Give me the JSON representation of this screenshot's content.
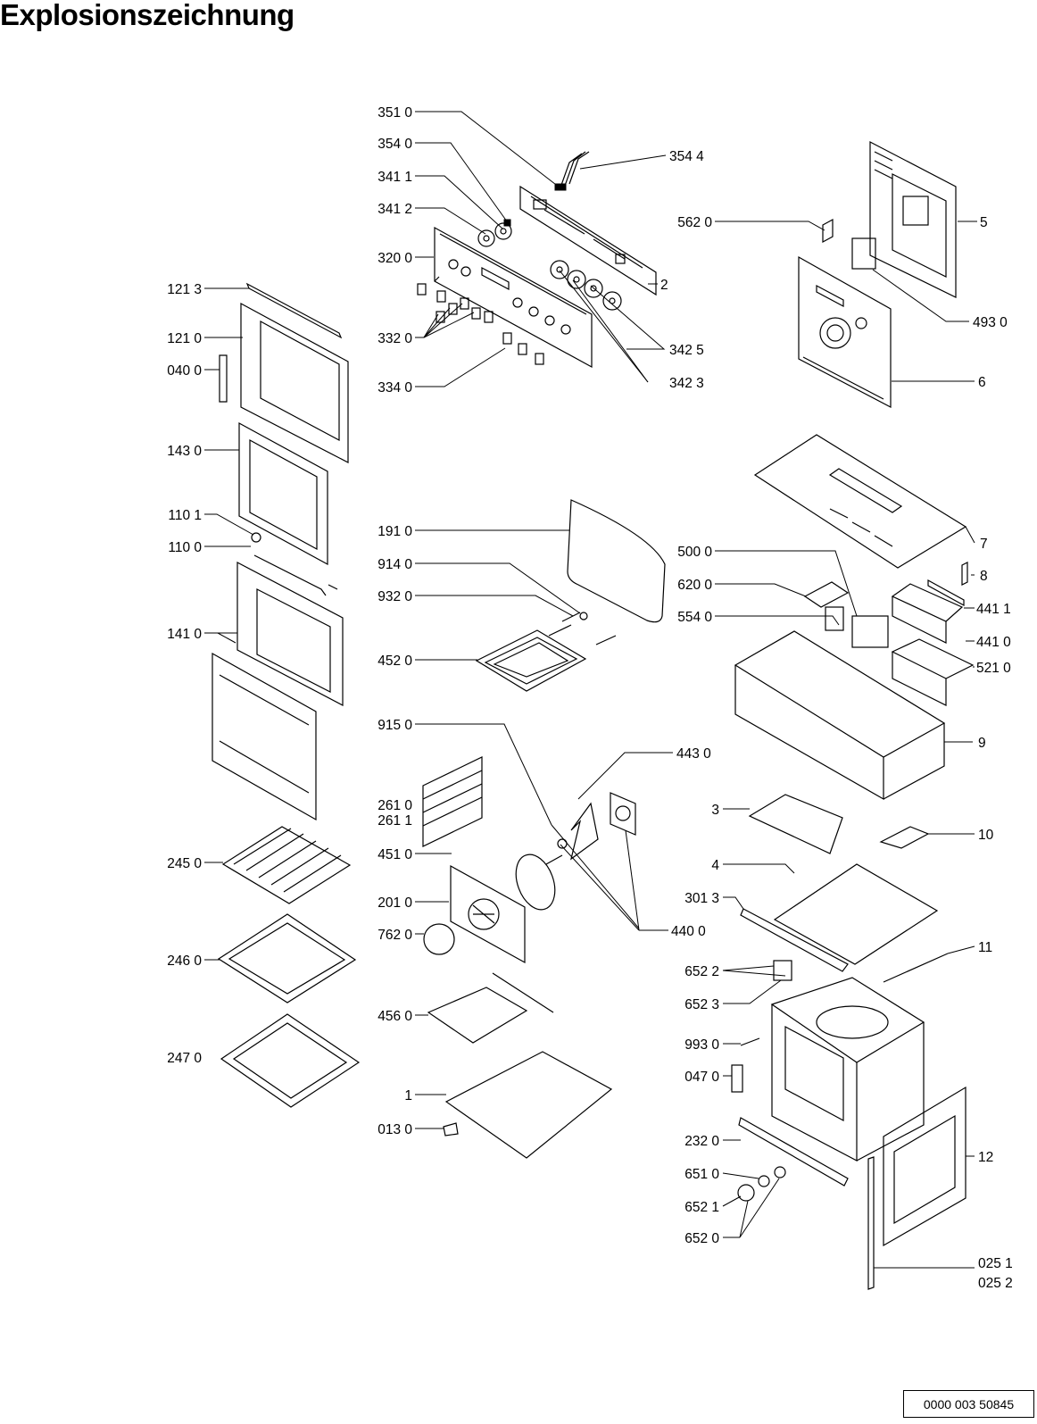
{
  "title": "Explosionszeichnung",
  "document_number": "0000 003 50845",
  "labels": {
    "l3510": "351 0",
    "l3540": "354 0",
    "l3411": "341 1",
    "l3412": "341 2",
    "l3200": "320 0",
    "l3320": "332 0",
    "l3340": "334 0",
    "l3544": "354 4",
    "l5620": "562 0",
    "l5": "5",
    "l2": "2",
    "l4930": "493 0",
    "l3425": "342 5",
    "l3423": "342 3",
    "l6": "6",
    "l1213": "121 3",
    "l1210": "121 0",
    "l0400": "040 0",
    "l1430": "143 0",
    "l1101": "110 1",
    "l1100": "110 0",
    "l1410": "141 0",
    "l2450": "245 0",
    "l2460": "246 0",
    "l2470": "247 0",
    "l1910": "191 0",
    "l9140": "914 0",
    "l9320": "932 0",
    "l4520": "452 0",
    "l9150": "915 0",
    "l2610": "261 0",
    "l2611": "261 1",
    "l4510": "451 0",
    "l2010": "201 0",
    "l7620": "762 0",
    "l4560": "456 0",
    "l1": "1",
    "l0130": "013 0",
    "l4430": "443 0",
    "l4400": "440 0",
    "l7": "7",
    "l5000": "500 0",
    "l8": "8",
    "l6200": "620 0",
    "l4411": "441 1",
    "l5540": "554 0",
    "l4410": "441 0",
    "l5210": "521 0",
    "l9": "9",
    "l3": "3",
    "l10": "10",
    "l4": "4",
    "l3013": "301 3",
    "l11": "11",
    "l6522": "652 2",
    "l6523": "652 3",
    "l9930": "993 0",
    "l0470": "047 0",
    "l2320": "232 0",
    "l12": "12",
    "l6510": "651 0",
    "l6521": "652 1",
    "l6520": "652 0",
    "l0251": "025 1",
    "l0252": "025 2"
  }
}
